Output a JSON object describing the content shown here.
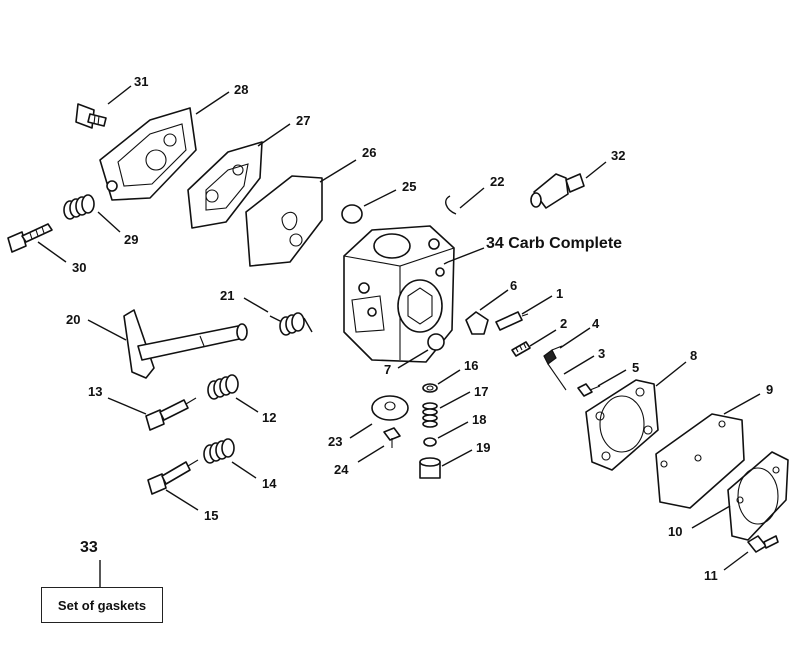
{
  "callouts": {
    "c1": "1",
    "c2": "2",
    "c3": "3",
    "c4": "4",
    "c5": "5",
    "c6": "6",
    "c7": "7",
    "c8": "8",
    "c9": "9",
    "c10": "10",
    "c11": "11",
    "c12": "12",
    "c13": "13",
    "c14": "14",
    "c15": "15",
    "c16": "16",
    "c17": "17",
    "c18": "18",
    "c19": "19",
    "c20": "20",
    "c21": "21",
    "c22": "22",
    "c23": "23",
    "c24": "24",
    "c25": "25",
    "c26": "26",
    "c27": "27",
    "c28": "28",
    "c29": "29",
    "c30": "30",
    "c31": "31",
    "c32": "32",
    "c33": "33"
  },
  "carb_complete_label": "34 Carb Complete",
  "gasket_set_label": "Set of gaskets"
}
